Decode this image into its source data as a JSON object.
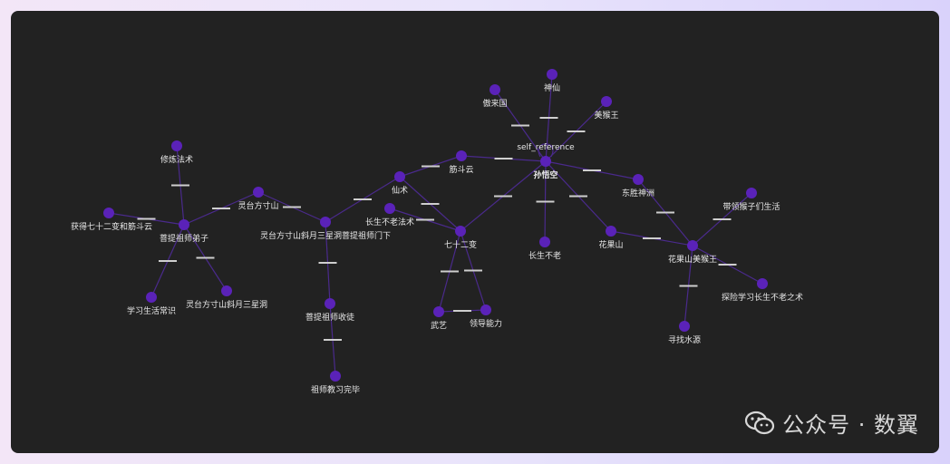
{
  "graph": {
    "nodes": [
      {
        "id": "sunwukong",
        "label": "孙悟空"
      },
      {
        "id": "shenxian",
        "label": "神仙"
      },
      {
        "id": "aolaiguo",
        "label": "傲来国"
      },
      {
        "id": "meihouwang",
        "label": "美猴王"
      },
      {
        "id": "jindouyun",
        "label": "筋斗云"
      },
      {
        "id": "dongshengshenzhou",
        "label": "东胜神洲"
      },
      {
        "id": "xianshu",
        "label": "仙术"
      },
      {
        "id": "changshengbulaofashu",
        "label": "长生不老法术"
      },
      {
        "id": "qishierbian",
        "label": "七十二变"
      },
      {
        "id": "changshengbulao",
        "label": "长生不老"
      },
      {
        "id": "huaguoshan",
        "label": "花果山"
      },
      {
        "id": "huaguoshanmeihouwang",
        "label": "花果山美猴王"
      },
      {
        "id": "dailinghouzi",
        "label": "带领猴子们生活"
      },
      {
        "id": "tanxian",
        "label": "探险学习长生不老之术"
      },
      {
        "id": "xunzhaoshuiyuan",
        "label": "寻找水源"
      },
      {
        "id": "wuyi",
        "label": "武艺"
      },
      {
        "id": "lingdaonengli",
        "label": "领导能力"
      },
      {
        "id": "lingtaiMenxia",
        "label": "灵台方寸山斜月三星洞菩提祖师门下"
      },
      {
        "id": "lingtaifangcunshan",
        "label": "灵台方寸山"
      },
      {
        "id": "putizushidizi",
        "label": "菩提祖师弟子"
      },
      {
        "id": "xiulianfashu",
        "label": "修炼法术"
      },
      {
        "id": "huode72",
        "label": "获得七十二变和筋斗云"
      },
      {
        "id": "xuexishenghuo",
        "label": "学习生活常识"
      },
      {
        "id": "lingtaiXieyue",
        "label": "灵台方寸山斜月三星洞"
      },
      {
        "id": "putishoutu",
        "label": "菩提祖师收徒"
      },
      {
        "id": "zushijiaoxi",
        "label": "祖师教习完毕"
      }
    ],
    "self_reference_label": "self_reference",
    "edges": [
      {
        "source": "sunwukong",
        "target": "shenxian"
      },
      {
        "source": "sunwukong",
        "target": "aolaiguo"
      },
      {
        "source": "sunwukong",
        "target": "meihouwang"
      },
      {
        "source": "sunwukong",
        "target": "jindouyun"
      },
      {
        "source": "sunwukong",
        "target": "dongshengshenzhou"
      },
      {
        "source": "sunwukong",
        "target": "qishierbian"
      },
      {
        "source": "sunwukong",
        "target": "changshengbulao"
      },
      {
        "source": "sunwukong",
        "target": "huaguoshan"
      },
      {
        "source": "jindouyun",
        "target": "xianshu"
      },
      {
        "source": "xianshu",
        "target": "lingtaiMenxia"
      },
      {
        "source": "xianshu",
        "target": "qishierbian"
      },
      {
        "source": "changshengbulaofashu",
        "target": "qishierbian"
      },
      {
        "source": "qishierbian",
        "target": "wuyi"
      },
      {
        "source": "qishierbian",
        "target": "lingdaonengli"
      },
      {
        "source": "wuyi",
        "target": "lingdaonengli"
      },
      {
        "source": "dongshengshenzhou",
        "target": "huaguoshanmeihouwang"
      },
      {
        "source": "huaguoshan",
        "target": "huaguoshanmeihouwang"
      },
      {
        "source": "huaguoshanmeihouwang",
        "target": "dailinghouzi"
      },
      {
        "source": "huaguoshanmeihouwang",
        "target": "tanxian"
      },
      {
        "source": "huaguoshanmeihouwang",
        "target": "xunzhaoshuiyuan"
      },
      {
        "source": "lingtaiMenxia",
        "target": "lingtaifangcunshan"
      },
      {
        "source": "lingtaiMenxia",
        "target": "putishoutu"
      },
      {
        "source": "putishoutu",
        "target": "zushijiaoxi"
      },
      {
        "source": "lingtaifangcunshan",
        "target": "putizushidizi"
      },
      {
        "source": "putizushidizi",
        "target": "xiulianfashu"
      },
      {
        "source": "putizushidizi",
        "target": "huode72"
      },
      {
        "source": "putizushidizi",
        "target": "xuexishenghuo"
      },
      {
        "source": "putizushidizi",
        "target": "lingtaiXieyue"
      }
    ]
  },
  "colors": {
    "node_fill": "#5a22b8",
    "edge": "#4a2a8c",
    "edge_label": "#cfcfcf",
    "background": "#222222"
  },
  "watermark": {
    "icon": "wechat-icon",
    "text": "公众号 · 数翼"
  }
}
